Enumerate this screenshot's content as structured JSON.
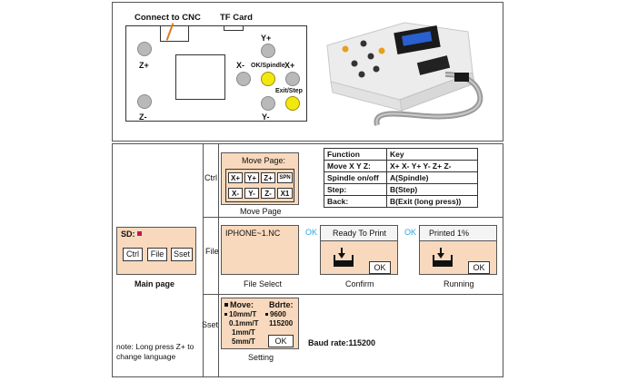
{
  "board": {
    "connect_label": "Connect to CNC",
    "tf_label": "TF Card",
    "z_plus": "Z+",
    "z_minus": "Z-",
    "y_plus": "Y+",
    "y_minus": "Y-",
    "x_minus": "X-",
    "x_plus": "X+",
    "ok_spindle": "OK/Spindle",
    "exit_step": "Exit/Step"
  },
  "rows": {
    "ctrl": "Ctrl",
    "file": "File",
    "sset": "Sset"
  },
  "main_page": {
    "sd_label": "SD:",
    "buttons": [
      "Ctrl",
      "File",
      "Sset"
    ],
    "caption": "Main page"
  },
  "move_page": {
    "title": "Move Page:",
    "keys_row1": [
      "X+",
      "Y+",
      "Z+",
      "SPN"
    ],
    "keys_row2": [
      "X-",
      "Y-",
      "Z-",
      "X1"
    ],
    "caption": "Move Page"
  },
  "function_table": {
    "headers": [
      "Function",
      "Key"
    ],
    "rows": [
      [
        "Move X Y Z:",
        "X+  X-  Y+  Y-  Z+  Z-"
      ],
      [
        "Spindle on/off",
        "A(Spindle)"
      ],
      [
        "Step:",
        "B(Step)"
      ],
      [
        "Back:",
        "B(Exit (long press))"
      ]
    ]
  },
  "file_select": {
    "filename": "IPHONE~1.NC",
    "caption": "File Select",
    "ok": "OK"
  },
  "confirm": {
    "title": "Ready To Print",
    "button": "OK",
    "caption": "Confirm",
    "ok": "OK"
  },
  "running": {
    "title": "Printed 1%",
    "button": "OK",
    "caption": "Running"
  },
  "setting": {
    "move_label": "Move:",
    "bdrte_label": "Bdrte:",
    "moves": [
      "10mm/T",
      "0.1mm/T",
      "1mm/T",
      "5mm/T"
    ],
    "bauds": [
      "9600",
      "115200"
    ],
    "button": "OK",
    "caption": "Setting",
    "baud_note": "Baud rate:115200"
  },
  "note": "note: Long press Z+ to change language"
}
